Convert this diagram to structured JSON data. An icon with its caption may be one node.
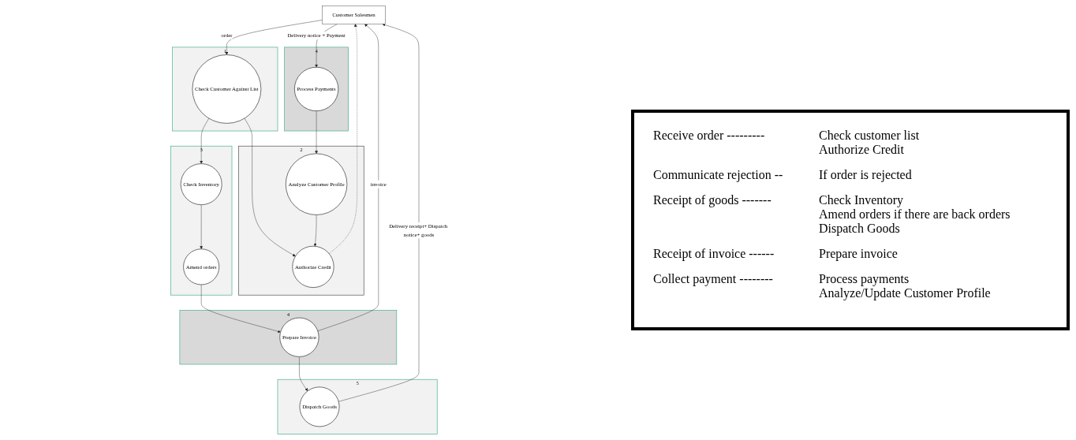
{
  "diagram": {
    "nodes": [
      {
        "text": [
          "Customer Salesmen"
        ]
      },
      {
        "text": [
          "1"
        ]
      },
      {
        "text": [
          "Check Customer Against List"
        ],
        "in": 1
      },
      {
        "text": [
          "2"
        ]
      },
      {
        "text": [
          "Authorize Credit"
        ],
        "in": 3
      },
      {
        "text": [
          "Analyze Customer Profile"
        ],
        "in": 3
      },
      {
        "text": [
          "4"
        ]
      },
      {
        "text": [
          "Process Payments"
        ],
        "in": 6
      },
      {
        "text": [
          "3"
        ]
      },
      {
        "text": [
          "Check Inventory"
        ],
        "in": 8
      },
      {
        "text": [
          "Amend orders"
        ],
        "in": 8
      },
      {
        "text": [
          "4"
        ]
      },
      {
        "text": [
          "Prepare Invoice"
        ],
        "in": 11
      },
      {
        "text": [
          "5"
        ]
      },
      {
        "text": [
          "Dispatch Goods"
        ],
        "in": 13
      }
    ],
    "edges": [
      {
        "from": 0,
        "to": 7,
        "arrow": "to",
        "label": "Delivery notice + Payment"
      },
      {
        "from": 4,
        "to": 0,
        "arrow": "to",
        "style": "dashed"
      },
      {
        "from": 0,
        "to": 2,
        "arrow": "to",
        "label": "order"
      },
      {
        "from": 2,
        "to": 4,
        "arrow": "to"
      },
      {
        "from": 5,
        "to": 4,
        "arrow": "to"
      },
      {
        "from": 7,
        "to": 5,
        "arrow": "to"
      },
      {
        "from": 2,
        "to": 9,
        "arrow": "to"
      },
      {
        "from": 9,
        "to": 10,
        "arrow": "to"
      },
      {
        "from": 10,
        "to": 12,
        "arrow": "to"
      },
      {
        "from": 12,
        "to": 0,
        "arrow": "to",
        "label": "invoice"
      },
      {
        "from": 12,
        "to": 14,
        "arrow": "to"
      },
      {
        "from": 14,
        "to": 0,
        "arrow": "to",
        "label": "Delivery receipt+ Dispatch notice+ goods"
      }
    ],
    "labels": [
      "Receive order ---------",
      "Check customer list",
      "Authorize Credit",
      "Communicate rejection --",
      "If order is rejected",
      "Receipt of goods -------",
      "Check Inventory",
      "Amend orders if there are back orders",
      "Dispatch Goods",
      "Receipt of invoice ------",
      "Prepare invoice",
      "Collect payment --------",
      "Process payments",
      "Analyze/Update Customer Profile"
    ]
  }
}
